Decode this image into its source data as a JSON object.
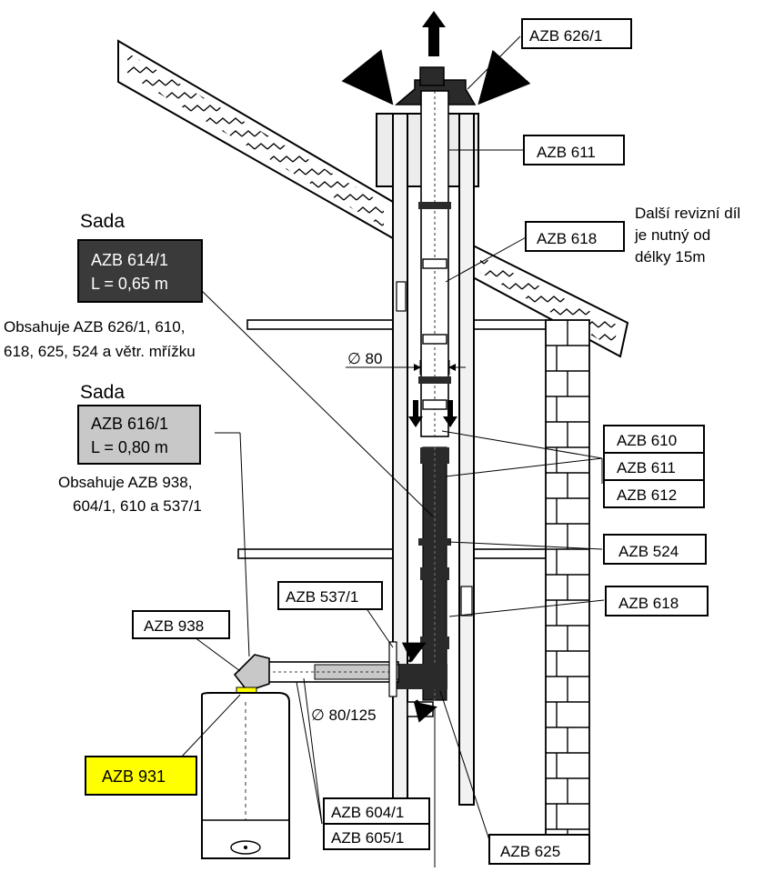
{
  "labels": {
    "azb_626_1": "AZB 626/1",
    "azb_611_top": "AZB 611",
    "azb_618_top": "AZB 618",
    "azb_610": "AZB 610",
    "azb_611": "AZB 611",
    "azb_612": "AZB 612",
    "azb_524": "AZB 524",
    "azb_618_bottom": "AZB 618",
    "azb_537_1": "AZB 537/1",
    "azb_938": "AZB 938",
    "azb_931": "AZB 931",
    "azb_604_1": "AZB 604/1",
    "azb_605_1": "AZB 605/1",
    "azb_625": "AZB 625"
  },
  "notes": {
    "revision_line1": "Další revizní díl",
    "revision_line2": "je nutný od",
    "revision_line3": "délky 15m",
    "diameter_80": "∅ 80",
    "diameter_80_125": "∅ 80/125"
  },
  "kit1": {
    "heading": "Sada",
    "code": "AZB 614/1",
    "length": "L = 0,65 m",
    "contents_line1": "Obsahuje AZB 626/1, 610,",
    "contents_line2": "618, 625, 524 a větr. mřížku"
  },
  "kit2": {
    "heading": "Sada",
    "code": "AZB 616/1",
    "length": "L = 0,80 m",
    "contents_line1": "Obsahuje AZB 938,",
    "contents_line2": "604/1, 610 a 537/1"
  },
  "colors": {
    "dark_box": "#3a3a3a",
    "grey_box": "#c8c8c8",
    "highlight": "#ffff00",
    "pipe_dark": "#2a2a2a",
    "wall": "#ffffff"
  }
}
